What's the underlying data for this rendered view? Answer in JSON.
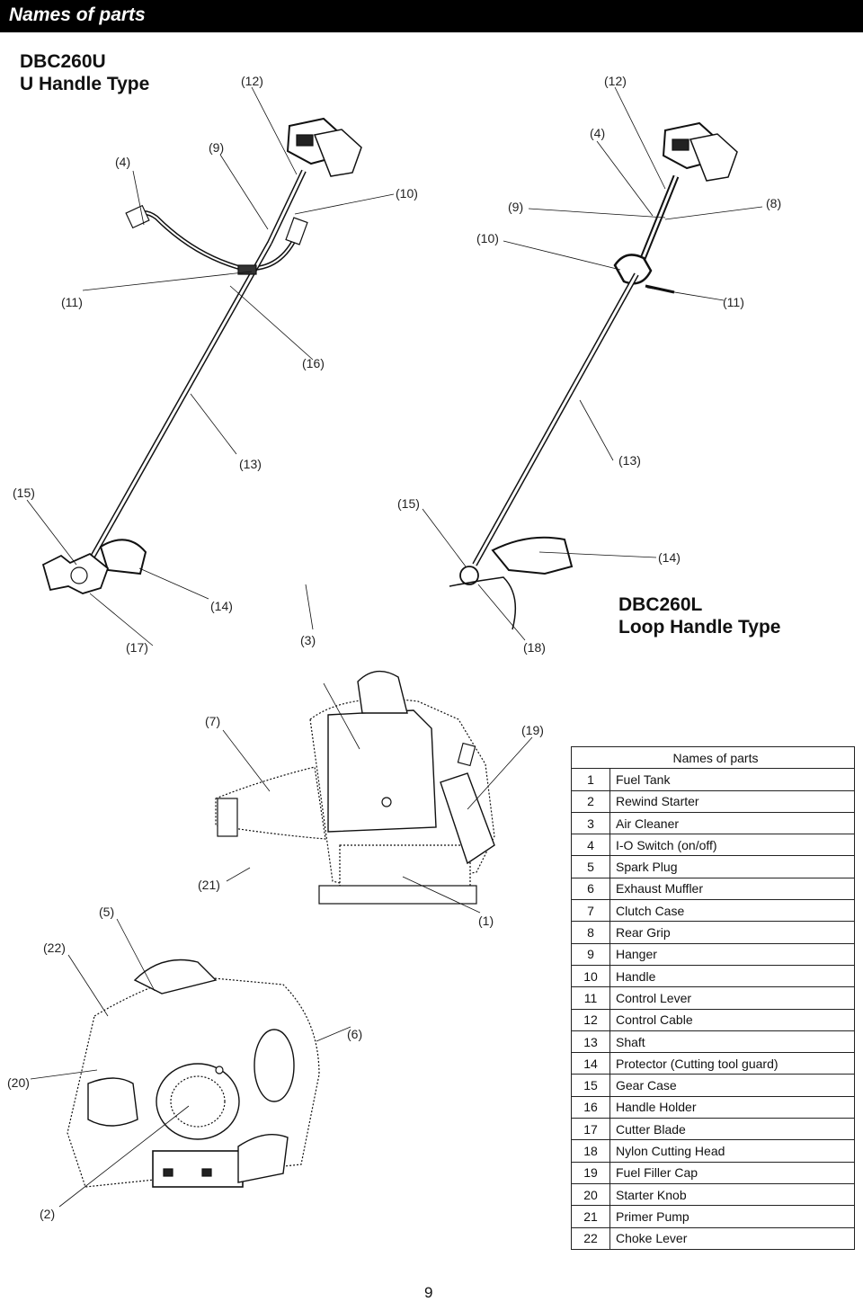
{
  "header": {
    "title": "Names of parts"
  },
  "models": {
    "u_name": "DBC260U",
    "u_type": "U Handle Type",
    "l_name": "DBC260L",
    "l_type": "Loop Handle Type"
  },
  "callouts_u": {
    "c12": "(12)",
    "c4": "(4)",
    "c9": "(9)",
    "c10": "(10)",
    "c11": "(11)",
    "c16": "(16)",
    "c13": "(13)",
    "c15": "(15)",
    "c14": "(14)",
    "c17": "(17)",
    "c3": "(3)"
  },
  "callouts_l": {
    "c12": "(12)",
    "c4": "(4)",
    "c9": "(9)",
    "c8": "(8)",
    "c10": "(10)",
    "c11": "(11)",
    "c13": "(13)",
    "c15": "(15)",
    "c14": "(14)",
    "c18": "(18)"
  },
  "callouts_engine": {
    "c7": "(7)",
    "c19": "(19)",
    "c21": "(21)",
    "c5": "(5)",
    "c1": "(1)",
    "c22": "(22)",
    "c6": "(6)",
    "c20": "(20)",
    "c2": "(2)"
  },
  "parts_table": {
    "header": "Names of parts",
    "rows": [
      {
        "num": "1",
        "name": "Fuel Tank"
      },
      {
        "num": "2",
        "name": "Rewind Starter"
      },
      {
        "num": "3",
        "name": "Air Cleaner"
      },
      {
        "num": "4",
        "name": "I-O Switch (on/off)"
      },
      {
        "num": "5",
        "name": "Spark Plug"
      },
      {
        "num": "6",
        "name": "Exhaust Muffler"
      },
      {
        "num": "7",
        "name": "Clutch Case"
      },
      {
        "num": "8",
        "name": "Rear Grip"
      },
      {
        "num": "9",
        "name": "Hanger"
      },
      {
        "num": "10",
        "name": "Handle"
      },
      {
        "num": "11",
        "name": "Control Lever"
      },
      {
        "num": "12",
        "name": "Control Cable"
      },
      {
        "num": "13",
        "name": "Shaft"
      },
      {
        "num": "14",
        "name": "Protector (Cutting tool guard)"
      },
      {
        "num": "15",
        "name": "Gear Case"
      },
      {
        "num": "16",
        "name": "Handle Holder"
      },
      {
        "num": "17",
        "name": "Cutter Blade"
      },
      {
        "num": "18",
        "name": "Nylon Cutting Head"
      },
      {
        "num": "19",
        "name": "Fuel Filler Cap"
      },
      {
        "num": "20",
        "name": "Starter Knob"
      },
      {
        "num": "21",
        "name": "Primer Pump"
      },
      {
        "num": "22",
        "name": "Choke Lever"
      }
    ]
  },
  "page_number": "9"
}
